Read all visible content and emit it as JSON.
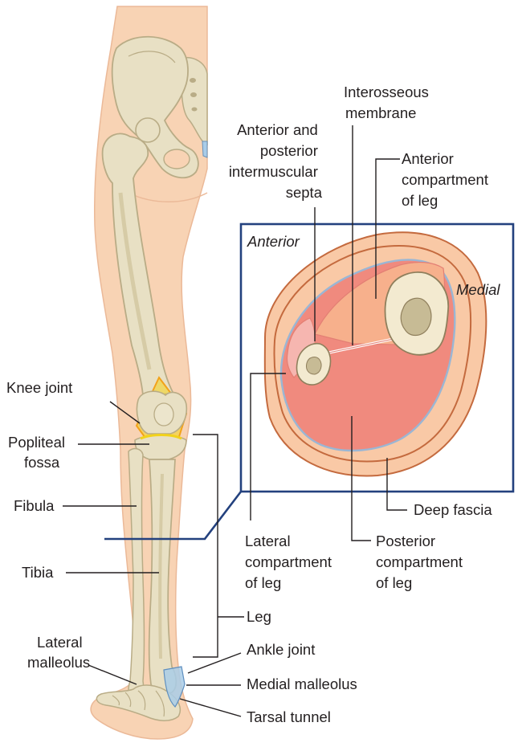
{
  "labels": {
    "knee_joint": "Knee joint",
    "popliteal_fossa": [
      "Popliteal",
      "fossa"
    ],
    "fibula": "Fibula",
    "tibia": "Tibia",
    "lateral_malleolus": [
      "Lateral",
      "malleolus"
    ],
    "interosseous_membrane": [
      "Interosseous",
      "membrane"
    ],
    "intermuscular_septa": [
      "Anterior and",
      "posterior",
      "intermuscular",
      "septa"
    ],
    "anterior_compartment": [
      "Anterior",
      "compartment",
      "of leg"
    ],
    "anterior_orientation": "Anterior",
    "medial_orientation": "Medial",
    "deep_fascia": "Deep fascia",
    "lateral_compartment": [
      "Lateral",
      "compartment",
      "of leg"
    ],
    "posterior_compartment": [
      "Posterior",
      "compartment",
      "of leg"
    ],
    "leg": "Leg",
    "ankle_joint": "Ankle joint",
    "medial_malleolus": "Medial malleolus",
    "tarsal_tunnel": "Tarsal tunnel"
  },
  "colors": {
    "skin": "#f8d3b4",
    "skin_outline": "#ebb998",
    "bone": "#e8e0c4",
    "bone_shadow": "#b9ac86",
    "joint_highlight": "#f2d21b",
    "joint_outline": "#f2a21a",
    "inset_border": "#23417e",
    "outer_tissue": "#f9c9a6",
    "fascia": "#c46a3e",
    "anterior_compartment": "#f7b08c",
    "posterior_compartment": "#f08a7e",
    "lateral_compartment": "#f6b6b0",
    "deep_fascia_line": "#9ab6d4",
    "tarsal_tunnel": "#a9cce8",
    "marrow": "#c7bb95"
  }
}
